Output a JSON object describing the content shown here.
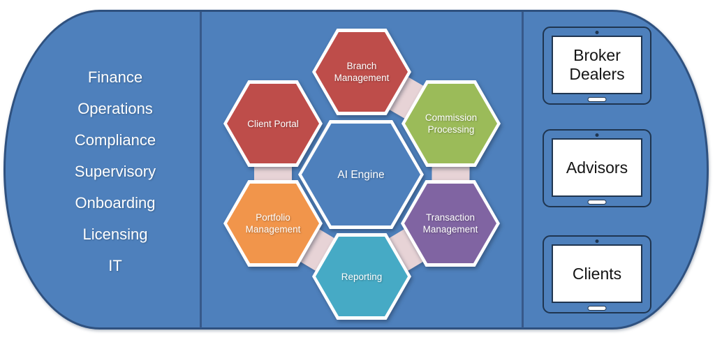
{
  "palette": {
    "shape_fill": "#4E80BC",
    "shape_border": "#2F517F",
    "divider": "#37598A",
    "connector_pink": "#E7D3D6",
    "hex_border_white": "#ffffff",
    "red": "#BE4D4A",
    "green": "#9BBB59",
    "orange": "#F1954B",
    "purple": "#8064A2",
    "teal": "#46AAC5",
    "center_blue": "#4E80BC"
  },
  "left_panel": {
    "items": [
      "Finance",
      "Operations",
      "Compliance",
      "Supervisory",
      "Onboarding",
      "Licensing",
      "IT"
    ]
  },
  "hex_cluster": {
    "center": {
      "label": "AI Engine",
      "color": "#4E80BC"
    },
    "satellites": [
      {
        "label": "Branch Management",
        "color": "#BE4D4A"
      },
      {
        "label": "Commission Processing",
        "color": "#9BBB59"
      },
      {
        "label": "Transaction Management",
        "color": "#8064A2"
      },
      {
        "label": "Reporting",
        "color": "#46AAC5"
      },
      {
        "label": "Portfolio Management",
        "color": "#F1954B"
      },
      {
        "label": "Client Portal",
        "color": "#BE4D4A"
      }
    ]
  },
  "right_panel": {
    "devices": [
      {
        "label": "Broker Dealers"
      },
      {
        "label": "Advisors"
      },
      {
        "label": "Clients"
      }
    ]
  }
}
